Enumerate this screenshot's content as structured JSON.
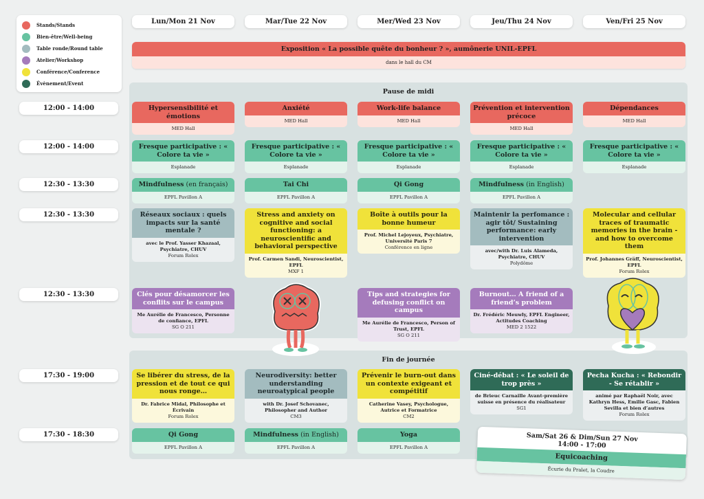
{
  "legend": [
    {
      "label": "Stands/Stands",
      "color": "#e8685f"
    },
    {
      "label": "Bien-être/Well-being",
      "color": "#67c3a1"
    },
    {
      "label": "Table ronde/Round table",
      "color": "#a3bcbf"
    },
    {
      "label": "Atelier/Workshop",
      "color": "#a57bbc"
    },
    {
      "label": "Conférence/Conference",
      "color": "#f0e23a"
    },
    {
      "label": "Évènement/Event",
      "color": "#2f6b57"
    }
  ],
  "days": [
    "Lun/Mon 21 Nov",
    "Mar/Tue 22 Nov",
    "Mer/Wed 23 Nov",
    "Jeu/Thu 24 Nov",
    "Ven/Fri 25 Nov"
  ],
  "exposition": {
    "title": "Exposition « La possible quête du bonheur ? », aumônerie UNIL-EPFL",
    "location": "dans le hall du CM"
  },
  "sections": [
    "Pause de midi",
    "Fin de journée"
  ],
  "types": {
    "stand": {
      "title_bg": "#e8685f",
      "title_color": "#2a1a1a",
      "sub_bg": "#fde3dd"
    },
    "wellbeing": {
      "title_bg": "#67c3a1",
      "title_color": "#1d2a24",
      "sub_bg": "#e4f3ec"
    },
    "roundtable": {
      "title_bg": "#a3bcbf",
      "title_color": "#1e2a2c",
      "sub_bg": "#eceff0"
    },
    "workshop": {
      "title_bg": "#a57bbc",
      "title_color": "#ffffff",
      "sub_bg": "#ece3f0"
    },
    "conference": {
      "title_bg": "#f0e23a",
      "title_color": "#2a2810",
      "sub_bg": "#fcf8dc"
    },
    "event": {
      "title_bg": "#2f6b57",
      "title_color": "#ffffff",
      "sub_bg": "#eceff0"
    }
  },
  "rows": [
    {
      "time": "12:00 - 14:00",
      "events": [
        {
          "type": "stand",
          "title": "Hypersensibilité et émotions",
          "location": "MED Hall"
        },
        {
          "type": "stand",
          "title": "Anxiété",
          "location": "MED Hall"
        },
        {
          "type": "stand",
          "title": "Work-life balance",
          "location": "MED Hall"
        },
        {
          "type": "stand",
          "title": "Prévention et intervention précoce",
          "location": "MED Hall"
        },
        {
          "type": "stand",
          "title": "Dépendances",
          "location": "MED Hall"
        }
      ]
    },
    {
      "time": "12:00 - 14:00",
      "events": [
        {
          "type": "wellbeing",
          "title": "Fresque participative : « Colore ta vie »",
          "location": "Esplanade"
        },
        {
          "type": "wellbeing",
          "title": "Fresque participative : « Colore ta vie »",
          "location": "Esplanade"
        },
        {
          "type": "wellbeing",
          "title": "Fresque participative : « Colore ta vie »",
          "location": "Esplanade"
        },
        {
          "type": "wellbeing",
          "title": "Fresque participative : « Colore ta vie »",
          "location": "Esplanade"
        },
        {
          "type": "wellbeing",
          "title": "Fresque participative : « Colore ta vie »",
          "location": "Esplanade"
        }
      ]
    },
    {
      "time": "12:30 - 13:30",
      "events": [
        {
          "type": "wellbeing",
          "title": "Mindfulness",
          "extra": " (en français)",
          "location": "EPFL Pavillon A"
        },
        {
          "type": "wellbeing",
          "title": "Tai Chi",
          "location": "EPFL Pavillon A"
        },
        {
          "type": "wellbeing",
          "title": "Qi Gong",
          "location": "EPFL Pavillon A"
        },
        {
          "type": "wellbeing",
          "title": "Mindfulness",
          "extra": " (in English)",
          "location": "EPFL Pavillon A"
        },
        null
      ]
    },
    {
      "time": "12:30 - 13:30",
      "events": [
        {
          "type": "roundtable",
          "title": "Réseaux sociaux : quels impacts sur la santé mentale ?",
          "details": "avec le Prof. Yasser Khazaal, Psychiatre, CHUV",
          "location": "Forum Rolex"
        },
        {
          "type": "conference",
          "title": "Stress and anxiety on cognitive and social functioning: a neuroscientific and behavioral perspective",
          "details": "Prof. Carmen Sandi, Neuroscientist, EPFL",
          "location": "MXF 1"
        },
        {
          "type": "conference",
          "title": "Boîte à outils pour la bonne humeur",
          "details": "Prof. Michel Lejoyeux, Psychiatre, Université Paris 7",
          "location": "Conférence en ligne"
        },
        {
          "type": "roundtable",
          "title": "Maintenir la perfomance : agir tôt/ Sustaining performance: early intervention",
          "details": "avec/with Dr. Luis Alameda, Psychiatre, CHUV",
          "location": "Polydôme"
        },
        {
          "type": "conference",
          "title": "Molecular and cellular traces of traumatic memories in the brain - and how to overcome them",
          "details": "Prof. Johannes Gräff, Neuroscientist, EPFL",
          "location": "Forum Rolex"
        }
      ]
    },
    {
      "time": "12:30 - 13:30",
      "events": [
        {
          "type": "workshop",
          "title": "Clés pour désamorcer les conflits sur le campus",
          "details": "Me Aurélie de Francesco, Personne de confiance, EPFL",
          "location": "SG O 211"
        },
        null,
        {
          "type": "workshop",
          "title": "Tips and strategies for defusing conflict on campus",
          "details": "Me Aurélie de Francesco, Person of Trust, EPFL",
          "location": "SG O 211"
        },
        {
          "type": "workshop",
          "title": "Burnout… A friend of a friend’s problem",
          "details": "Dr. Frédéric Meuwly, EPFL Engineer, Actitudes Coaching",
          "location": "MED 2 1522"
        },
        null
      ]
    },
    {
      "time": "17:30 - 19:00",
      "events": [
        {
          "type": "conference",
          "title": "Se libérer du stress, de la pression et de tout ce qui nous ronge…",
          "details": "Dr. Fabrice Midal, Philosophe et Écrivain",
          "location": "Forum Rolex"
        },
        {
          "type": "roundtable",
          "title": "Neurodiversity: better understanding neuroatypical people",
          "details": "with Dr. Josef Schovanec, Philosopher and Author",
          "location": "CM3"
        },
        {
          "type": "conference",
          "title": "Prévenir le burn-out dans un contexte exigeant et compétitif",
          "details": "Catherine Vasey, Psychologue, Autrice et Formatrice",
          "location": "CM2"
        },
        {
          "type": "event",
          "title": "Ciné-débat : « Le soleil de trop près »",
          "details": "de Brieuc Carnaille Avant-première suisse en présence du réalisateur",
          "location": "SG1"
        },
        {
          "type": "event",
          "title": "Pecha Kucha : « Rebondir - Se rétablir »",
          "details": "animé par Raphaël Noir, avec Kathryn Hess, Emilie Gasc, Fabien Sevilla et bien d’autres",
          "location": "Forum Rolex"
        }
      ]
    },
    {
      "time": "17:30 - 18:30",
      "events": [
        {
          "type": "wellbeing",
          "title": "Qi Gong",
          "location": "EPFL Pavillon A"
        },
        {
          "type": "wellbeing",
          "title": "Mindfulness",
          "extra": " (in English)",
          "location": "EPFL Pavillon A"
        },
        {
          "type": "wellbeing",
          "title": "Yoga",
          "location": "EPFL Pavillon A"
        },
        null,
        null
      ]
    }
  ],
  "weekend": {
    "dates": "Sam/Sat 26 & Dim/Sun 27 Nov",
    "time": "14:00 - 17:00",
    "title": "Equicoaching",
    "location": "Écurie du Pralet, la Coudre"
  }
}
